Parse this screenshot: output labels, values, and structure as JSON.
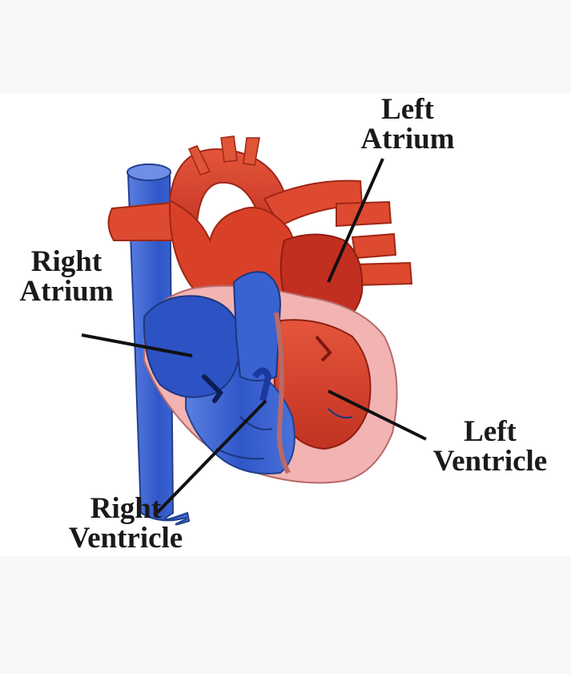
{
  "labels": {
    "left_atrium": [
      "Left",
      "Atrium"
    ],
    "right_atrium": [
      "Right",
      "Atrium"
    ],
    "left_ventricle": [
      "Left",
      "Ventricle"
    ],
    "right_ventricle": [
      "Right",
      "Ventricle"
    ]
  },
  "colors": {
    "oxygenated": "#d83a26",
    "deoxygenated": "#2f57c8",
    "muscle": "#f2b3b3",
    "line": "#111111"
  }
}
